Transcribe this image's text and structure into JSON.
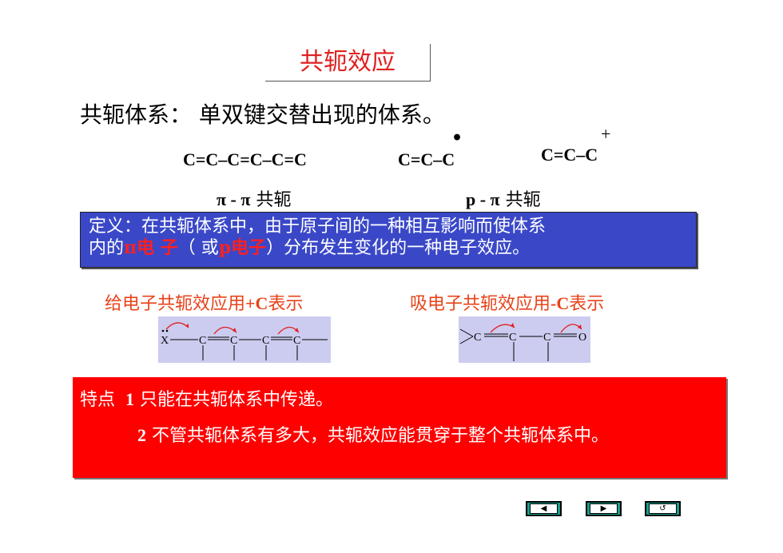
{
  "title": "共轭效应",
  "subtitle": "共轭体系： 单双键交替出现的体系。",
  "formulas": {
    "f1": "C=C–C=C–C=C",
    "f2": "C=C–C",
    "f2_mark": "•",
    "f3": "C=C–C",
    "f3_mark": "+"
  },
  "labels": {
    "pi_pi_sym": "π - π",
    "pi_pi_text": "共轭",
    "p_pi_sym": "p - π",
    "p_pi_text": "共轭"
  },
  "definition": {
    "line1": "定义：在共轭体系中，由于原子间的一种相互影响而使体系",
    "line2_a": "内的",
    "line2_pi": "π电 子",
    "line2_b": "（ 或",
    "line2_p": "p电子",
    "line2_c": "）分布发生变化的一种电子效应。"
  },
  "donor": {
    "text_a": "给电子共轭效应用",
    "text_b": "+C",
    "text_c": "表示",
    "atom_x": "X",
    "atom_c": "C"
  },
  "acceptor": {
    "text_a": "吸电子共轭效应用",
    "text_b": "-C",
    "text_c": "表示",
    "atom_c": "C",
    "atom_o": "O"
  },
  "features": {
    "label": "特点",
    "n1": "1",
    "item1": "只能在共轭体系中传递。",
    "n2": "2",
    "item2": "不管共轭体系有多大，共轭效应能贯穿于整个共轭体系中。"
  },
  "nav": {
    "prev_icon": "◀",
    "next_icon": "▶",
    "return_icon": "↺"
  },
  "colors": {
    "title": "#e02020",
    "definition_bg": "#3a48c8",
    "features_bg": "#ff0000",
    "orange_text": "#e8431a",
    "diagram_bg": "#ccccf0",
    "nav_bg": "#19a08c"
  }
}
